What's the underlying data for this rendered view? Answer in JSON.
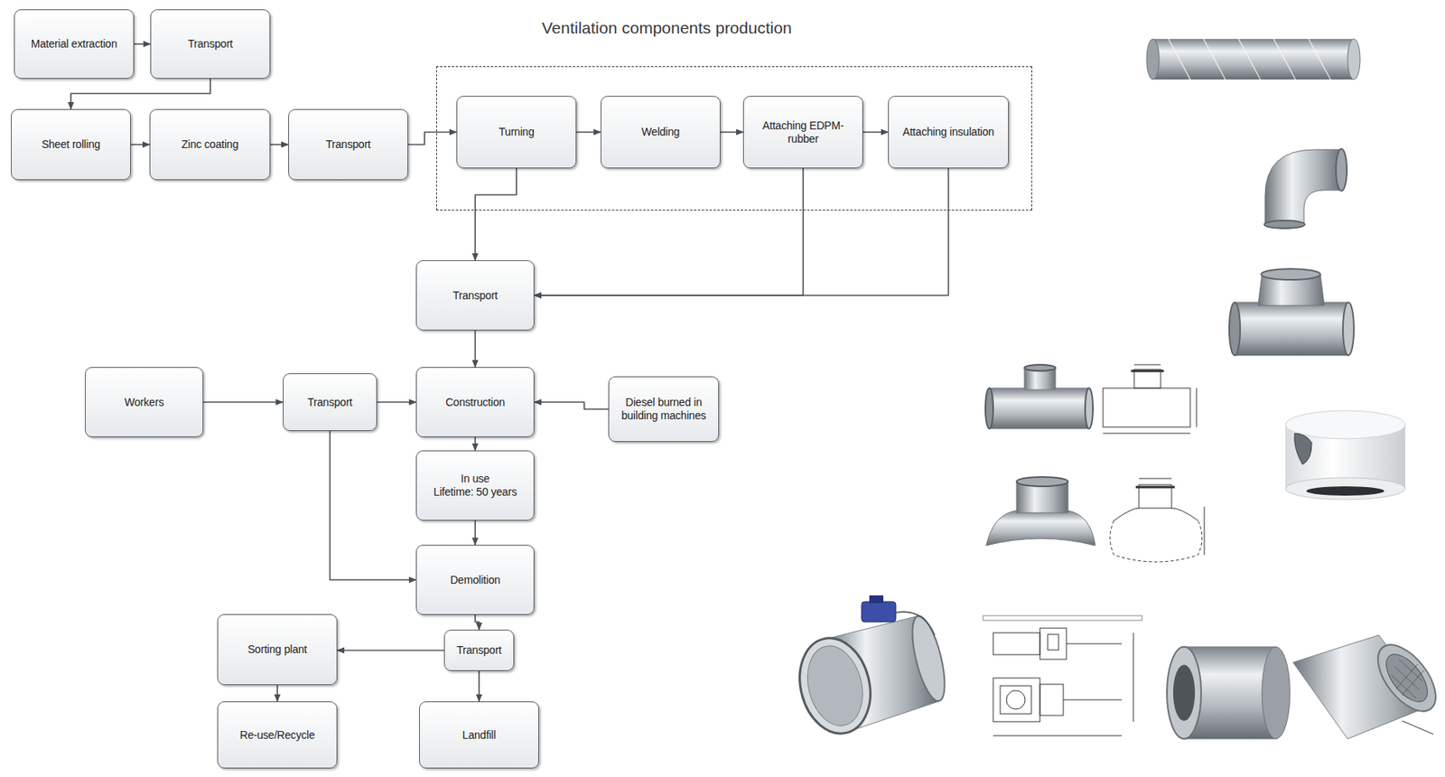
{
  "diagram": {
    "nodes": [
      {
        "text": [
          "Material extraction"
        ]
      },
      {
        "text": [
          "Transport"
        ]
      },
      {
        "text": [
          "Sheet rolling"
        ]
      },
      {
        "text": [
          "Zinc coating"
        ]
      },
      {
        "text": [
          "Transport"
        ]
      },
      {
        "text": [
          "Ventilation components production"
        ]
      },
      {
        "text": [
          "Turning"
        ],
        "in": 5
      },
      {
        "text": [
          "Welding"
        ],
        "in": 5
      },
      {
        "text": [
          "Attaching EDPM-rubber"
        ],
        "in": 5
      },
      {
        "text": [
          "Attaching insulation"
        ],
        "in": 5
      },
      {
        "text": [
          "Transport"
        ]
      },
      {
        "text": [
          "Workers"
        ]
      },
      {
        "text": [
          "Transport"
        ]
      },
      {
        "text": [
          "Construction"
        ]
      },
      {
        "text": [
          "Diesel burned in building machines"
        ]
      },
      {
        "text": [
          "In use",
          "Lifetime: 50 years"
        ]
      },
      {
        "text": [
          "Demolition"
        ]
      },
      {
        "text": [
          "Sorting plant"
        ]
      },
      {
        "text": [
          "Transport"
        ]
      },
      {
        "text": [
          "Re-use/Recycle"
        ]
      },
      {
        "text": [
          "Landfill"
        ]
      }
    ],
    "edges": [
      {
        "from": 0,
        "to": 1,
        "arrow": "to"
      },
      {
        "from": 1,
        "to": 2,
        "arrow": "to"
      },
      {
        "from": 2,
        "to": 3,
        "arrow": "to"
      },
      {
        "from": 3,
        "to": 4,
        "arrow": "to"
      },
      {
        "from": 4,
        "to": 6,
        "arrow": "to"
      },
      {
        "from": 6,
        "to": 7,
        "arrow": "to"
      },
      {
        "from": 7,
        "to": 8,
        "arrow": "to"
      },
      {
        "from": 8,
        "to": 9,
        "arrow": "to"
      },
      {
        "from": 6,
        "to": 10,
        "arrow": "to"
      },
      {
        "from": 8,
        "to": 10,
        "arrow": "to"
      },
      {
        "from": 9,
        "to": 10,
        "arrow": "to"
      },
      {
        "from": 10,
        "to": 13,
        "arrow": "to"
      },
      {
        "from": 11,
        "to": 12,
        "arrow": "to"
      },
      {
        "from": 12,
        "to": 13,
        "arrow": "to"
      },
      {
        "from": 14,
        "to": 13,
        "arrow": "to"
      },
      {
        "from": 13,
        "to": 15,
        "arrow": "to"
      },
      {
        "from": 15,
        "to": 16,
        "arrow": "to"
      },
      {
        "from": 12,
        "to": 16,
        "arrow": "to"
      },
      {
        "from": 16,
        "to": 18,
        "arrow": "to"
      },
      {
        "from": 18,
        "to": 17,
        "arrow": "to"
      },
      {
        "from": 17,
        "to": 19,
        "arrow": "to"
      },
      {
        "from": 18,
        "to": 20,
        "arrow": "to"
      }
    ]
  }
}
